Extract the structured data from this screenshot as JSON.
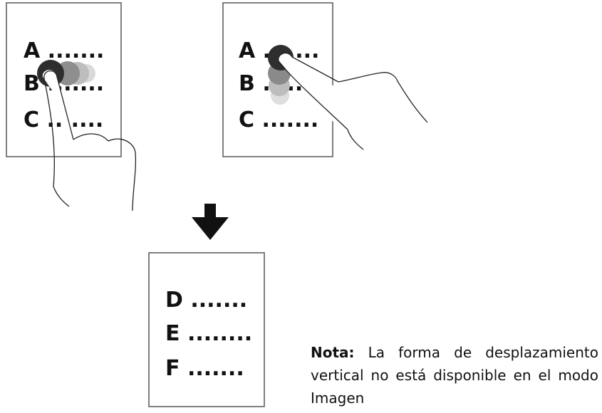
{
  "panels": [
    {
      "lines": [
        {
          "letter": "A",
          "dots": "......."
        },
        {
          "letter": "B",
          "dots": "......."
        },
        {
          "letter": "C",
          "dots": "......."
        }
      ]
    },
    {
      "lines": [
        {
          "letter": "A",
          "dots": "......."
        },
        {
          "letter": "B",
          "dots": "......."
        },
        {
          "letter": "C",
          "dots": "......."
        }
      ]
    },
    {
      "lines": [
        {
          "letter": "D",
          "dots": "......."
        },
        {
          "letter": "E",
          "dots": "........"
        },
        {
          "letter": "F",
          "dots": "......."
        }
      ]
    }
  ],
  "note": {
    "label": "Nota:",
    "text": " La forma de desplazamiento vertical no está disponible en el modo Imagen"
  }
}
